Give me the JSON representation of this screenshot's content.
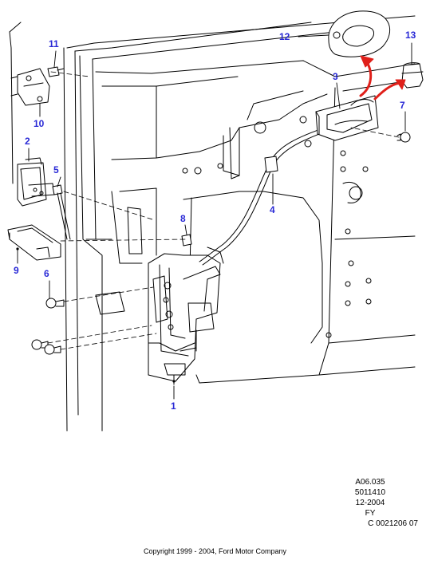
{
  "callouts": {
    "c1": "1",
    "c2": "2",
    "c3": "3",
    "c4": "4",
    "c5": "5",
    "c6": "6",
    "c7": "7",
    "c8": "8",
    "c9": "9",
    "c10": "10",
    "c11": "11",
    "c12": "12",
    "c13": "13"
  },
  "reference": {
    "line1": "A06.035",
    "line2": "5011410",
    "line3": "12-2004",
    "line4": "FY",
    "line5": "C 0021206 07"
  },
  "copyright": "Copyright 1999 - 2004, Ford Motor Company",
  "colors": {
    "callout": "#2a2ad6",
    "arrow": "#e0201a",
    "line": "#000000",
    "part_fill": "#ffffff"
  }
}
